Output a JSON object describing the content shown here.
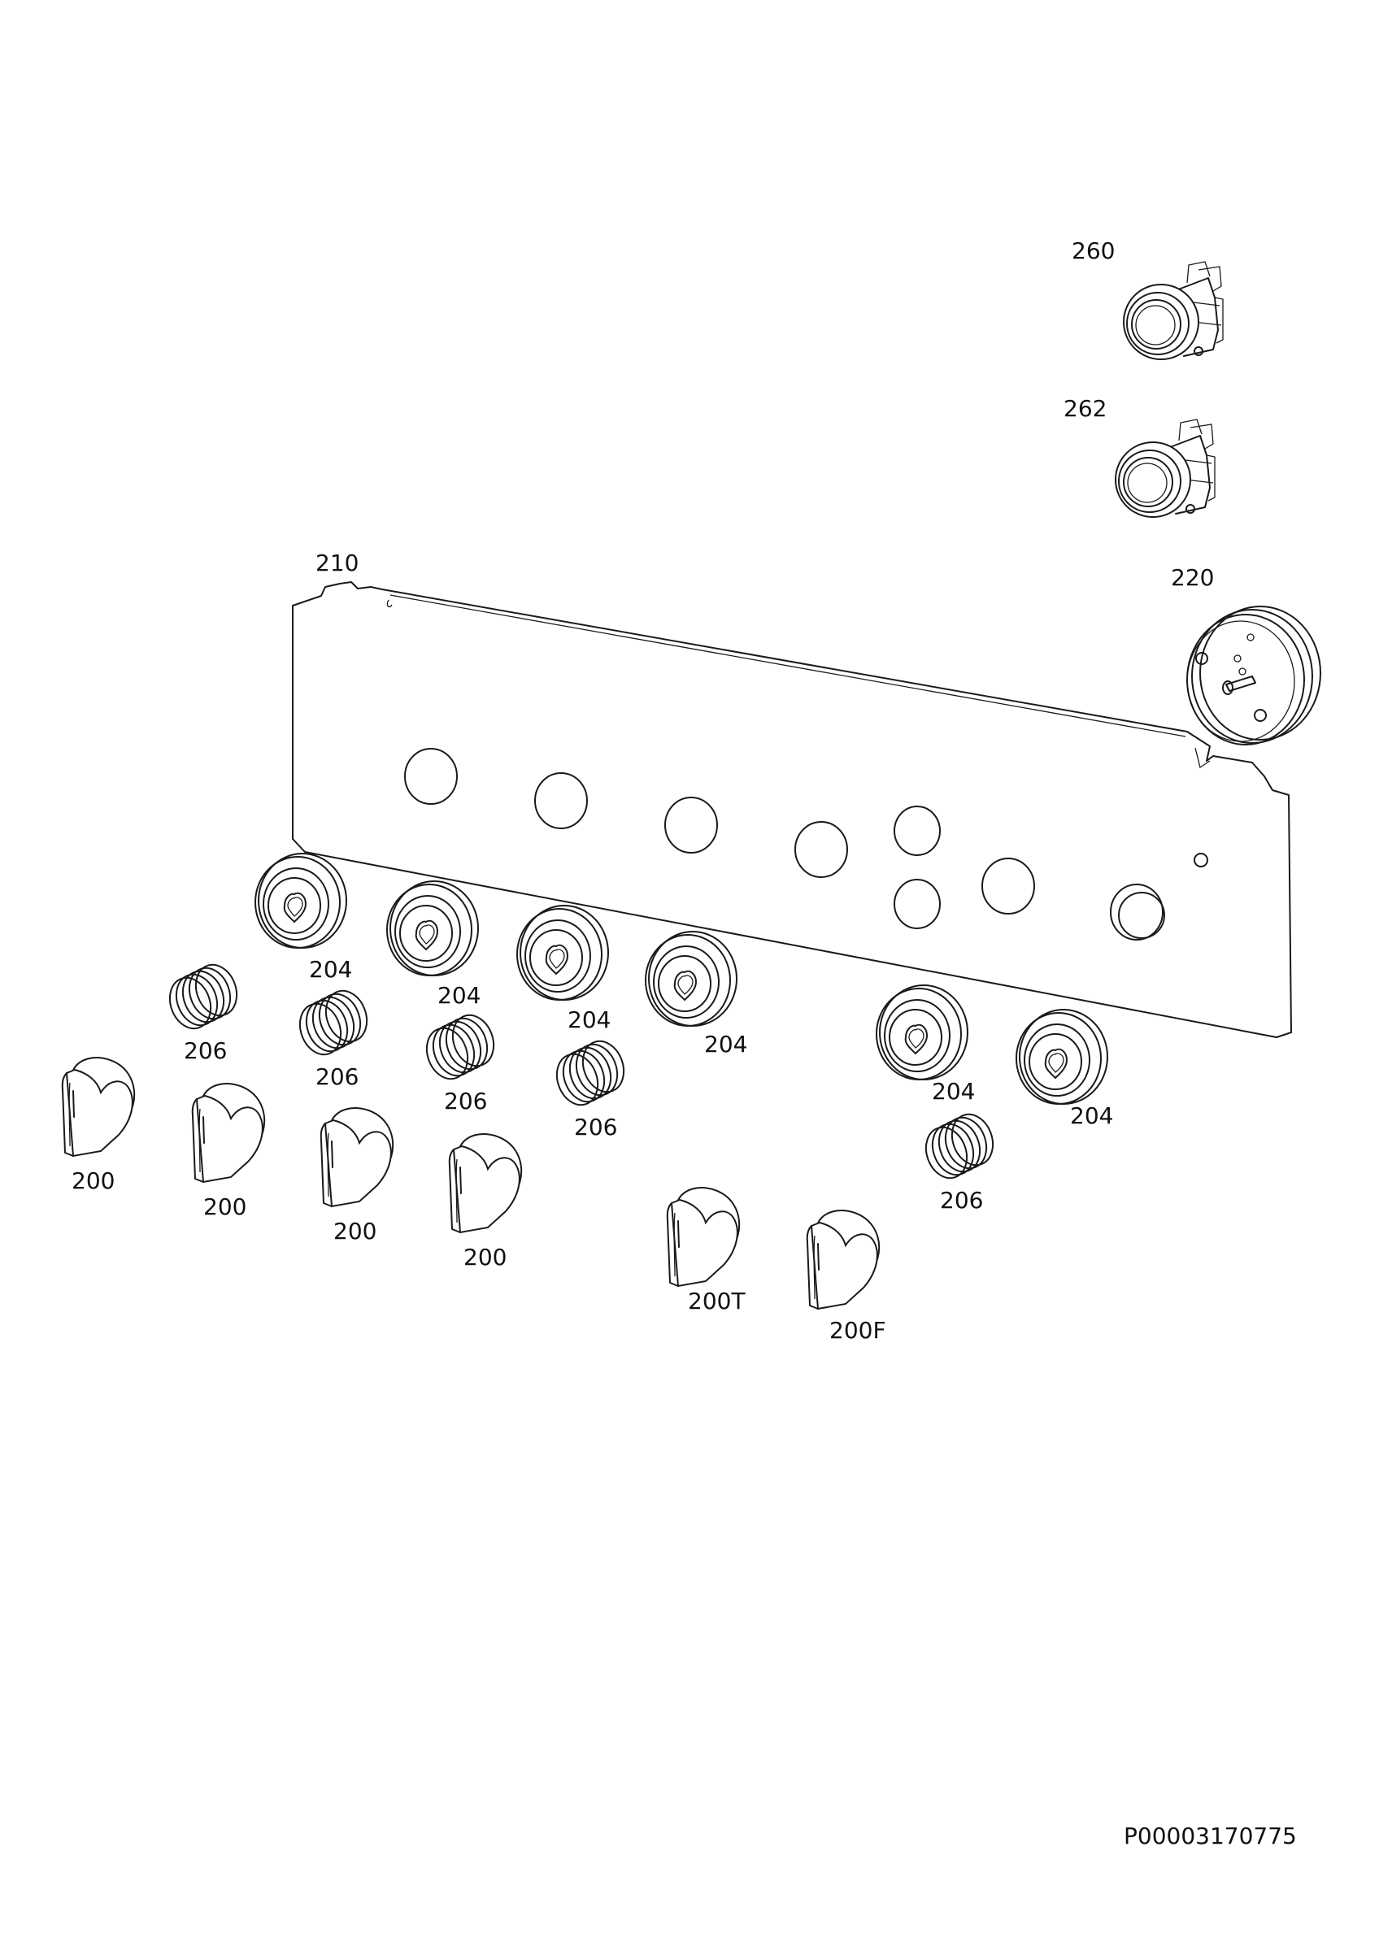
{
  "document_id": "P00003170775",
  "parts": {
    "p260": "260",
    "p262": "262",
    "p210": "210",
    "p220": "220",
    "p204": "204",
    "p206": "206",
    "p200": "200",
    "p200T": "200T",
    "p200F": "200F"
  }
}
